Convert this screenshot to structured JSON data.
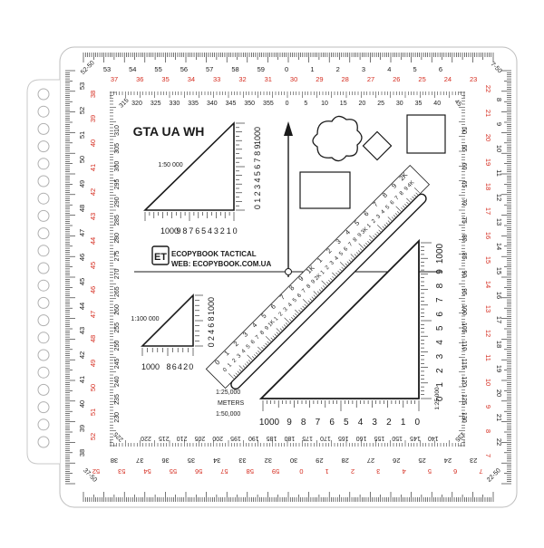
{
  "title": "GTA UA WH",
  "brand": {
    "logo_text": "ET",
    "line1": "ECOPYBOOK TACTICAL",
    "line2": "WEB: ECOPYBOOK.COM.UA"
  },
  "colors": {
    "red": "#d52b1e",
    "black": "#1a1a1a",
    "plate": "#ffffff"
  },
  "corners": {
    "top_left": "52-50",
    "top_right": "7-50",
    "bottom_left": "37-50",
    "bottom_right": "22-50"
  },
  "scale_50k": {
    "label": "1:50 000",
    "bottom_numbers": [
      "1000",
      "9",
      "8",
      "7",
      "6",
      "5",
      "4",
      "3",
      "2",
      "1",
      "0"
    ],
    "right_numbers": [
      "1000",
      "9",
      "8",
      "7",
      "6",
      "5",
      "4",
      "3",
      "2",
      "1",
      "0"
    ]
  },
  "scale_100k": {
    "label": "1:100 000",
    "bottom_numbers": [
      "1000",
      "8",
      "6",
      "4",
      "2",
      "0"
    ],
    "right_numbers": [
      "1000",
      "8",
      "6",
      "4",
      "2",
      "0"
    ]
  },
  "scale_25k": {
    "label": "1:25 000",
    "bottom_numbers": [
      "1000",
      "9",
      "8",
      "7",
      "6",
      "5",
      "4",
      "3",
      "2",
      "1",
      "0"
    ],
    "right_numbers": [
      "1000",
      "9",
      "8",
      "7",
      "6",
      "5",
      "4",
      "3",
      "2",
      "1",
      "0"
    ]
  },
  "diag_ruler": {
    "meters_label": "METERS",
    "label_25k": "1:25,000",
    "label_50k": "1:50,000",
    "row1": [
      "0",
      "1",
      "2",
      "3",
      "4",
      "5",
      "6",
      "7",
      "8",
      "9",
      "1K",
      "1",
      "2",
      "3",
      "4",
      "5",
      "6",
      "7",
      "8",
      "9",
      "2K"
    ],
    "row2": [
      "0",
      "1",
      "2",
      "3",
      "4",
      "5",
      "6",
      "7",
      "8",
      "9",
      "1K",
      "1",
      "2",
      "3",
      "4",
      "5",
      "6",
      "7",
      "8",
      "9",
      "2K",
      "1",
      "2",
      "3",
      "4",
      "5",
      "6",
      "7",
      "8",
      "9",
      "3K",
      "1",
      "2",
      "3",
      "4",
      "5",
      "6",
      "7",
      "8",
      "9",
      "4K"
    ]
  },
  "top_outer": {
    "black": [
      "53",
      "54",
      "55",
      "56",
      "57",
      "58",
      "59",
      "0",
      "1",
      "2",
      "3",
      "4",
      "5",
      "6"
    ],
    "red": [
      "37",
      "36",
      "35",
      "34",
      "33",
      "32",
      "31",
      "30",
      "29",
      "28",
      "27",
      "26",
      "25",
      "24",
      "23"
    ]
  },
  "bottom_outer": {
    "black": [
      "38",
      "37",
      "36",
      "35",
      "34",
      "33",
      "32",
      "30",
      "29",
      "28",
      "27",
      "26",
      "25",
      "24",
      "23"
    ],
    "red": [
      "52",
      "53",
      "54",
      "55",
      "56",
      "57",
      "58",
      "59",
      "0",
      "1",
      "2",
      "3",
      "4",
      "5",
      "6",
      "7"
    ]
  },
  "left_outer": {
    "red": [
      "38",
      "39",
      "40",
      "41",
      "42",
      "43",
      "44",
      "45",
      "46",
      "47",
      "48",
      "49",
      "50",
      "51",
      "52"
    ],
    "black": [
      "53",
      "52",
      "51",
      "50",
      "49",
      "48",
      "47",
      "46",
      "45",
      "44",
      "43",
      "42",
      "41",
      "40",
      "39",
      "38"
    ]
  },
  "right_outer": {
    "red": [
      "22",
      "21",
      "20",
      "19",
      "18",
      "17",
      "16",
      "15",
      "14",
      "13",
      "12",
      "11",
      "10",
      "9",
      "8",
      "7"
    ],
    "black": [
      "8",
      "9",
      "10",
      "11",
      "12",
      "13",
      "14",
      "15",
      "16",
      "17",
      "18",
      "19",
      "20",
      "21",
      "22"
    ]
  },
  "degrees_top": [
    "320",
    "325",
    "330",
    "335",
    "340",
    "345",
    "350",
    "355",
    "0",
    "5",
    "10",
    "15",
    "20",
    "25",
    "30",
    "35",
    "40"
  ],
  "degrees_bottom": [
    "220",
    "215",
    "210",
    "205",
    "200",
    "195",
    "190",
    "185",
    "180",
    "175",
    "170",
    "165",
    "160",
    "155",
    "150",
    "145",
    "140"
  ],
  "degrees_left": [
    "310",
    "305",
    "300",
    "295",
    "290",
    "285",
    "280",
    "275",
    "270",
    "265",
    "260",
    "255",
    "250",
    "245",
    "240",
    "235",
    "230"
  ],
  "degrees_right": [
    "50",
    "55",
    "60",
    "65",
    "70",
    "75",
    "80",
    "85",
    "90",
    "95",
    "100",
    "105",
    "110",
    "115",
    "120",
    "125",
    "130"
  ],
  "degree_corners": [
    "315",
    "45",
    "135",
    "225"
  ]
}
